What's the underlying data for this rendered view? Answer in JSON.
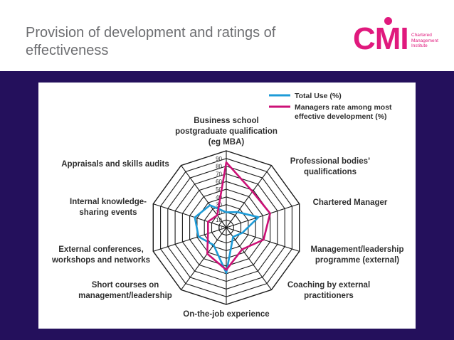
{
  "slide": {
    "title": "Provision of development and ratings of effectiveness"
  },
  "logo": {
    "mark": "CMI",
    "lines": [
      "Chartered",
      "Management",
      "Institute"
    ],
    "color": "#e0197d"
  },
  "colors": {
    "band": "#24105c",
    "grid": "#1a1a1a",
    "total_use": "#1e9bd7",
    "managers_rate": "#cc1177"
  },
  "chart_data": {
    "type": "radar",
    "title": "",
    "categories": [
      "Business school postgraduate qualification (eg MBA)",
      "Professional bodies’ qualifications",
      "Chartered Manager",
      "Management/leadership programme (external)",
      "Coaching by external practitioners",
      "On-the-job experience",
      "Short courses on management/leadership",
      "External conferences, workshops and networks",
      "Internal knowledge-sharing events",
      "Appraisals and skills audits"
    ],
    "axis_ticks": [
      0,
      10,
      20,
      30,
      40,
      50,
      60,
      70,
      80,
      90
    ],
    "rmax": 100,
    "legend_position": "top-right",
    "series": [
      {
        "name": "Total Use (%)",
        "values": [
          20,
          25,
          44,
          22,
          15,
          59,
          28,
          38,
          43,
          36
        ]
      },
      {
        "name": "Managers rate among most effective development (%)",
        "values": [
          85,
          58,
          60,
          51,
          35,
          55,
          42,
          25,
          25,
          20
        ]
      }
    ]
  }
}
